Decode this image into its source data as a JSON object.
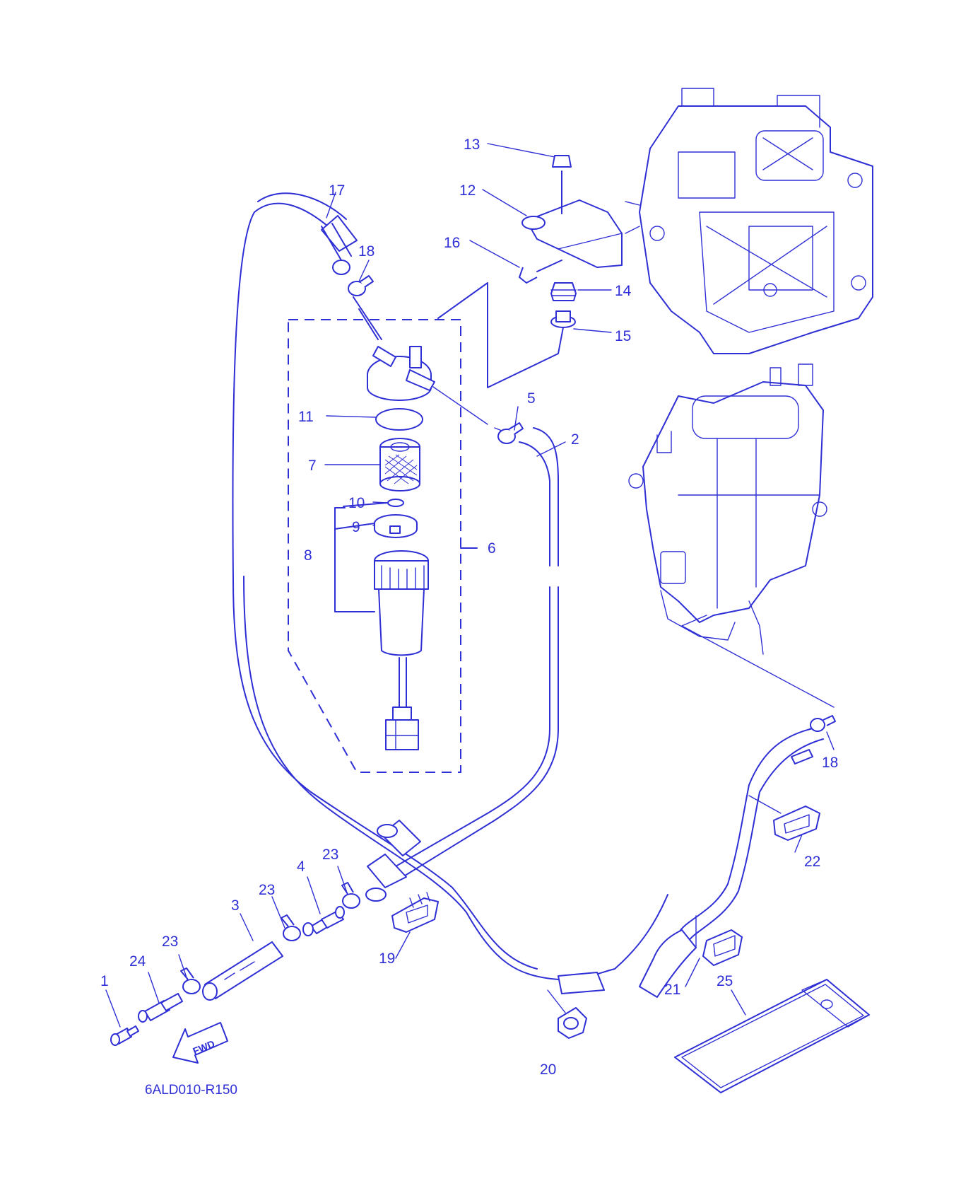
{
  "diagram": {
    "reference_code": "6ALD010-R150",
    "direction_arrow_label": "FWD",
    "callouts": {
      "c1": "1",
      "c2": "2",
      "c3": "3",
      "c4": "4",
      "c5": "5",
      "c6": "6",
      "c7": "7",
      "c8": "8",
      "c9": "9",
      "c10": "10",
      "c11": "11",
      "c12": "12",
      "c13": "13",
      "c14": "14",
      "c15": "15",
      "c16": "16",
      "c17": "17",
      "c18a": "18",
      "c18b": "18",
      "c19": "19",
      "c20": "20",
      "c21": "21",
      "c22": "22",
      "c23a": "23",
      "c23b": "23",
      "c23c": "23",
      "c24": "24",
      "c25": "25"
    },
    "line_color": "#2f2fd6",
    "background_color": "#ffffff"
  }
}
